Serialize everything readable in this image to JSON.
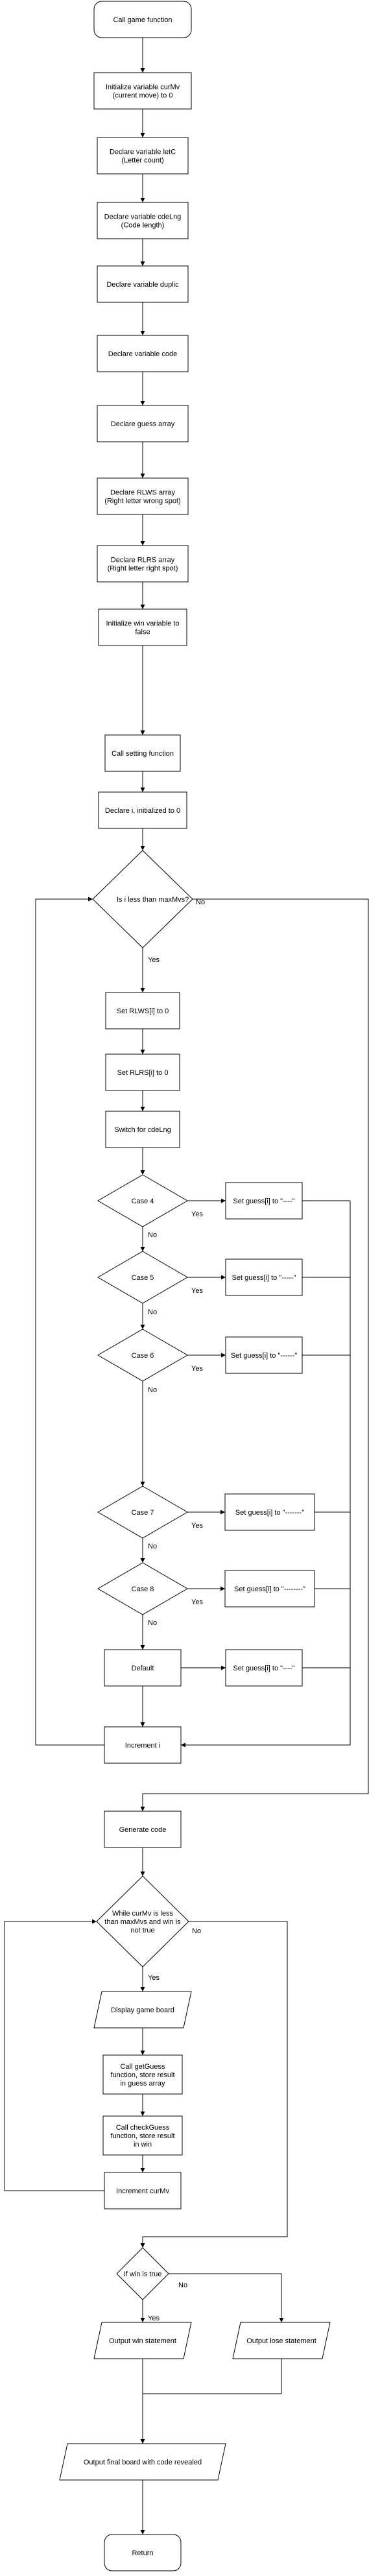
{
  "nodes": {
    "call_game_function": "Call game function",
    "init_curmv": [
      "Initialize variable curMv",
      "(current move) to 0"
    ],
    "decl_letc": [
      "Declare variable letC",
      "(Letter count)"
    ],
    "decl_cdelng": [
      "Declare variable cdeLng",
      "(Code length)"
    ],
    "decl_duplic": "Declare variable duplic",
    "decl_code": "Declare variable code",
    "decl_guess": "Declare guess array",
    "decl_rlws": [
      "Declare RLWS array",
      "(Right letter wrong spot)"
    ],
    "decl_rlrs": [
      "Declare RLRS array",
      "(Right letter right spot)"
    ],
    "init_win": [
      "Initialize win variable to",
      "false"
    ],
    "call_setting": "Call setting function",
    "decl_i": "Declare i, initialized to 0",
    "cond_i": "Is i less than maxMvs?",
    "set_rlws": "Set RLWS[i] to 0",
    "set_rlrs": "Set RLRS[i] to 0",
    "switch_cdelng": "Switch for cdeLng",
    "case4": "Case 4",
    "case5": "Case 5",
    "case6": "Case 6",
    "case7": "Case 7",
    "case8": "Case 8",
    "default": "Default",
    "set4": "Set guess[i] to \"----\"",
    "set5": "Set guess[i] to \"-----\"",
    "set6": "Set guess[i] to \"------\"",
    "set7": "Set guess[i] to \"-------\"",
    "set8": "Set guess[i] to \"--------\"",
    "setdef": "Set guess[i] to \"----\"",
    "increment_i": "Increment i",
    "generate_code": "Generate code",
    "cond_while": [
      "While curMv is less",
      "than maxMvs and win is",
      "not true"
    ],
    "display_board": "Display game board",
    "call_getguess": [
      "Call getGuess",
      "function, store result",
      "in guess array"
    ],
    "call_checkguess": [
      "Call checkGuess",
      "function, store result",
      "in win"
    ],
    "increment_curmv": "Increment curMv",
    "cond_win": "If win is true",
    "output_win": "Output win statement",
    "output_lose": "Output lose statement",
    "output_final": "Output final board with code revealed",
    "return": "Return"
  },
  "edge_labels": {
    "yes": "Yes",
    "no": "No"
  }
}
